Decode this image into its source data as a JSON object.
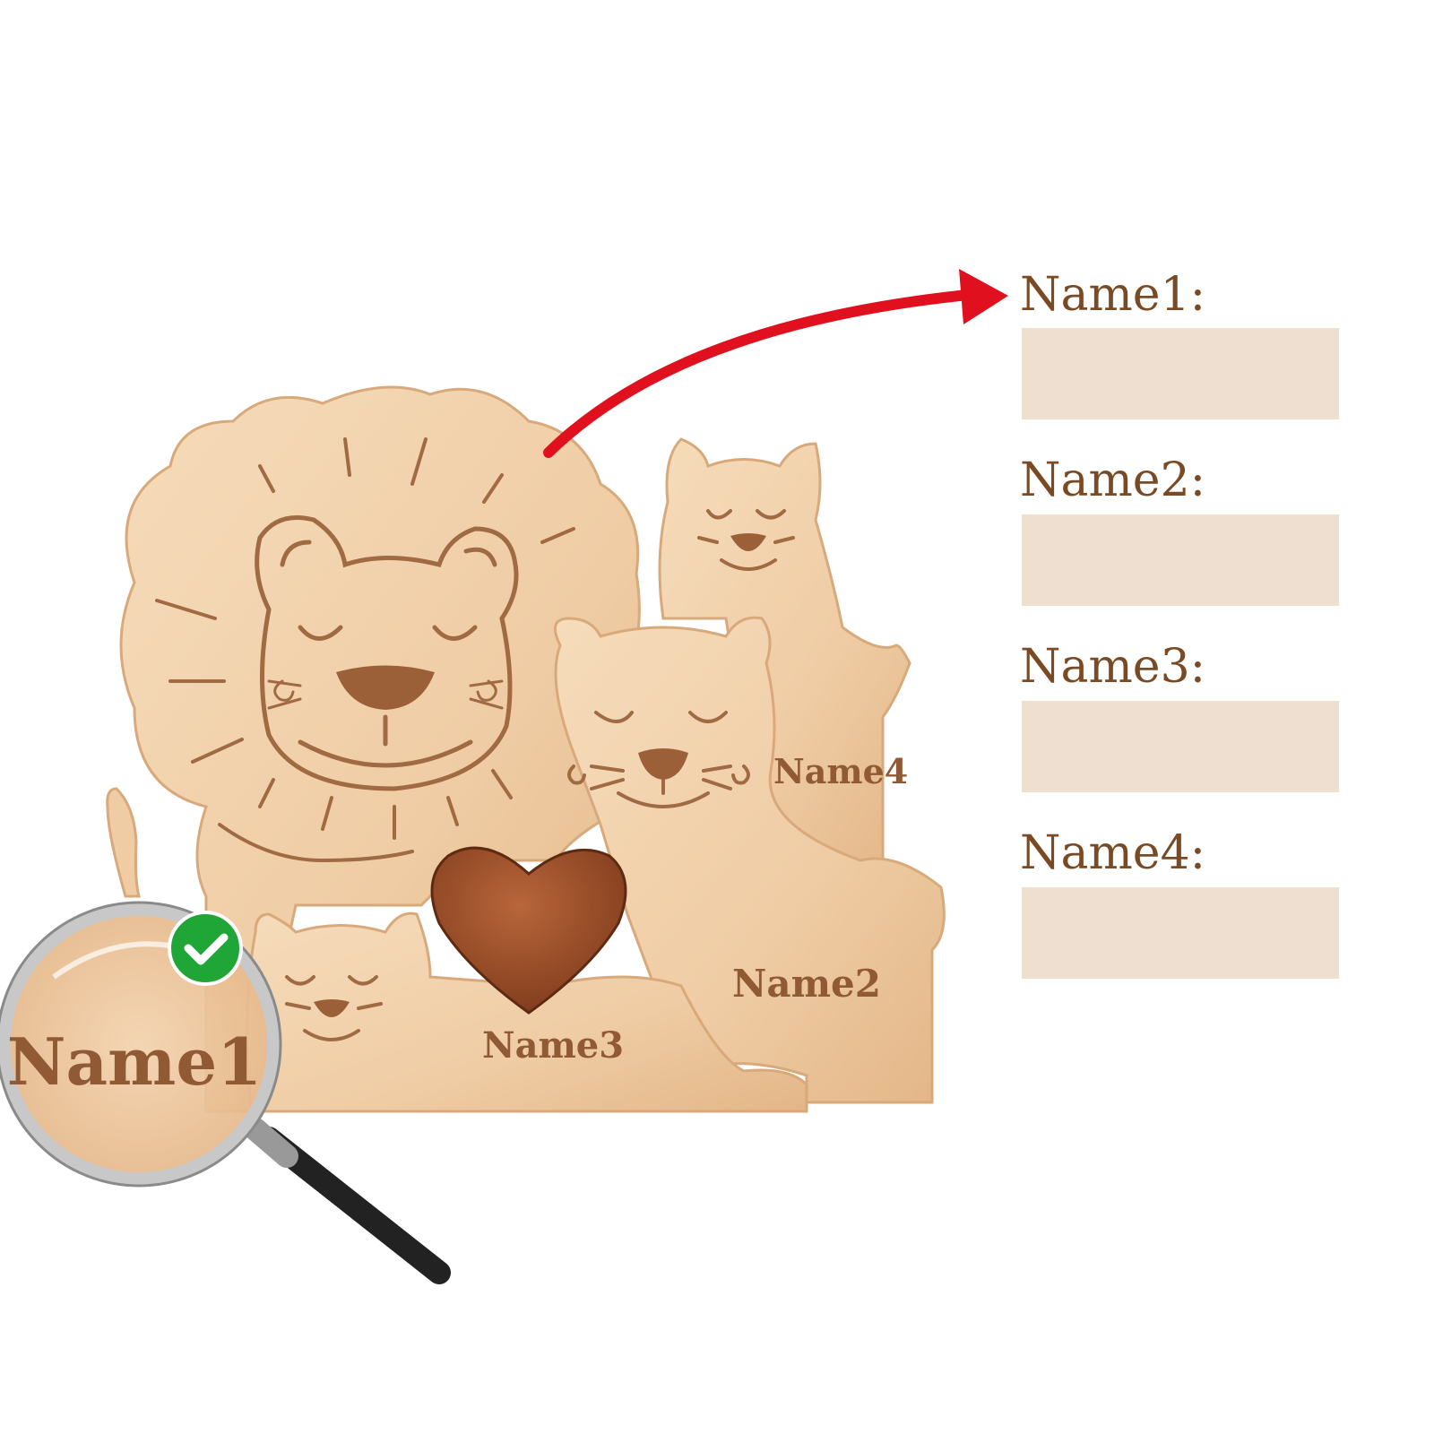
{
  "form": {
    "fields": [
      {
        "label": "Name1:",
        "value": ""
      },
      {
        "label": "Name2:",
        "value": ""
      },
      {
        "label": "Name3:",
        "value": ""
      },
      {
        "label": "Name4:",
        "value": ""
      }
    ]
  },
  "puzzle": {
    "engraved_names": [
      "Name1",
      "Name2",
      "Name3",
      "Name4"
    ]
  },
  "icons": {
    "magnifier": "magnifying-glass-icon",
    "check": "check-circle-icon",
    "arrow": "curved-arrow-icon",
    "heart": "heart-piece-icon"
  },
  "colors": {
    "wood": "#f0cfa9",
    "engraving": "#8f5a34",
    "heart": "#a0522d",
    "arrow": "#e0101e",
    "check": "#1fa637",
    "label": "#7a4a25",
    "box": "#efdfd0"
  }
}
